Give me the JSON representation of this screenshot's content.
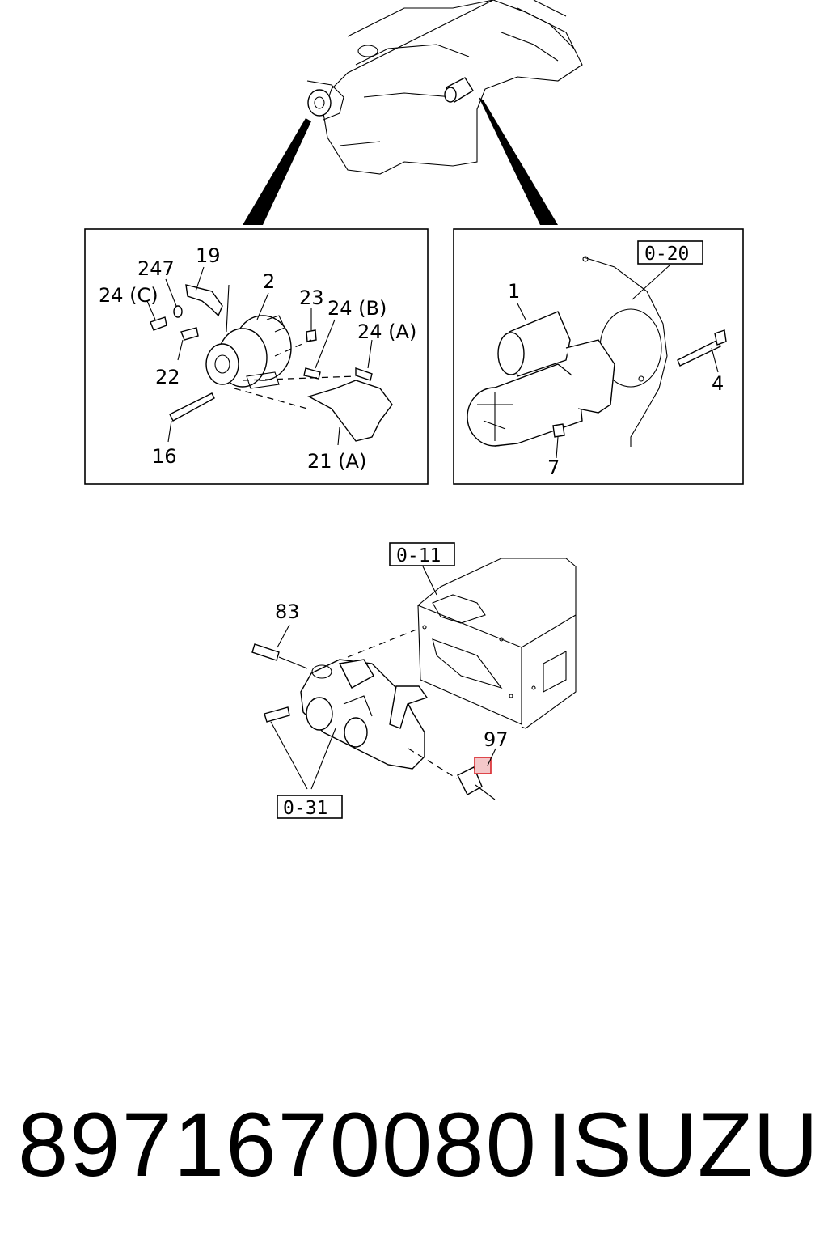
{
  "diagram": {
    "upper_left_panel": {
      "labels": [
        "19",
        "247",
        "24 (C)",
        "2",
        "23",
        "24 (B)",
        "24 (A)",
        "22",
        "16",
        "21 (A)"
      ]
    },
    "upper_right_panel": {
      "labels": [
        "0-20",
        "1",
        "4",
        "7"
      ]
    },
    "lower_section": {
      "labels": [
        "0-11",
        "83",
        "97",
        "0-31"
      ],
      "highlight_color": "#d9262b"
    }
  },
  "footer": {
    "part_number": "8971670080",
    "brand": "ISUZU"
  }
}
